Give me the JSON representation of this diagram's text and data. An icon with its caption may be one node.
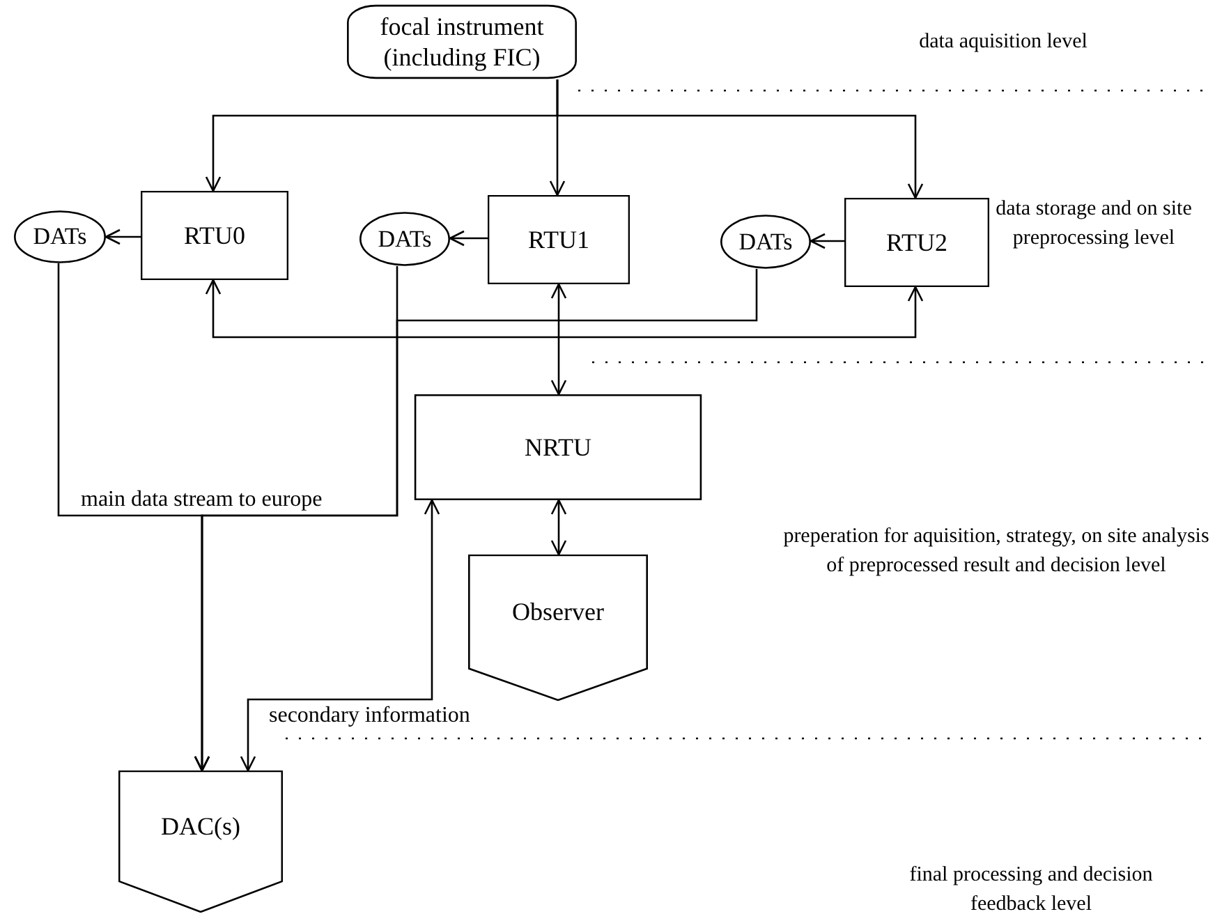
{
  "diagram": {
    "nodes": [
      {
        "text": [
          "focal instrument (including FIC)"
        ]
      },
      {
        "text": [
          "RTU0"
        ]
      },
      {
        "text": [
          "RTU1"
        ]
      },
      {
        "text": [
          "RTU2"
        ]
      },
      {
        "text": [
          "DATs"
        ]
      },
      {
        "text": [
          "DATs"
        ]
      },
      {
        "text": [
          "DATs"
        ]
      },
      {
        "text": [
          "NRTU"
        ]
      },
      {
        "text": [
          "Observer"
        ]
      },
      {
        "text": [
          "DAC(s)"
        ]
      }
    ],
    "edges": [
      {
        "from": 0,
        "to": 1,
        "arrow": "to"
      },
      {
        "from": 0,
        "to": 2,
        "arrow": "to"
      },
      {
        "from": 0,
        "to": 3,
        "arrow": "to"
      },
      {
        "from": 1,
        "to": 4,
        "arrow": "to"
      },
      {
        "from": 2,
        "to": 5,
        "arrow": "to"
      },
      {
        "from": 3,
        "to": 6,
        "arrow": "to"
      },
      {
        "from": 1,
        "to": 3,
        "arrow": "both"
      },
      {
        "from": 2,
        "to": 7,
        "arrow": "both"
      },
      {
        "from": 7,
        "to": 8,
        "arrow": "both"
      },
      {
        "from": 4,
        "to": 9,
        "arrow": "to",
        "label": "main data stream to europe"
      },
      {
        "from": 5,
        "to": 9,
        "arrow": "to"
      },
      {
        "from": 6,
        "to": 9,
        "arrow": "to"
      },
      {
        "from": 7,
        "to": 9,
        "arrow": "both",
        "label": "secondary information"
      }
    ],
    "labels": [
      "data aquisition level",
      "data storage and on site preprocessing level",
      "preperation for aquisition, strategy, on site analysis of preprocessed result and decision level",
      "final processing and decision feedback level"
    ]
  }
}
